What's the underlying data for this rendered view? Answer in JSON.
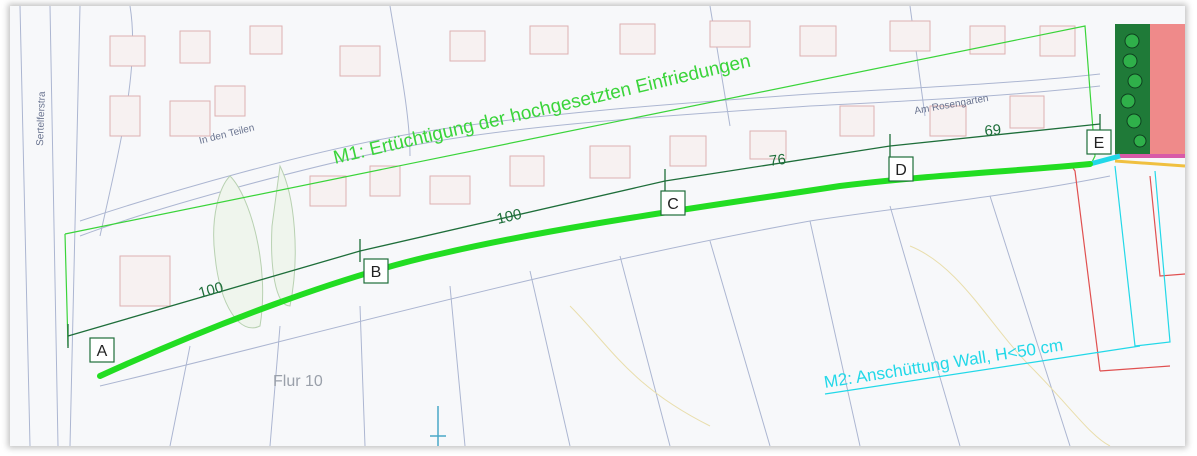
{
  "map": {
    "annotations": {
      "m1_label": "M1: Ertüchtigung der hochgesetzten Einfriedungen",
      "m2_label": "M2: Anschüttung Wall, H<50 cm",
      "flur_label": "Flur 10",
      "street_left": "Sertelferstra",
      "street_top": "In den Teilen",
      "street_right": "Am Rosengarten"
    },
    "points": [
      {
        "label": "A"
      },
      {
        "label": "B"
      },
      {
        "label": "C"
      },
      {
        "label": "D"
      },
      {
        "label": "E"
      }
    ],
    "distances": [
      {
        "segment": "A-B",
        "value": "100"
      },
      {
        "segment": "B-C",
        "value": "100"
      },
      {
        "segment": "C-D",
        "value": "76"
      },
      {
        "segment": "D-E",
        "value": "69"
      }
    ],
    "colors": {
      "m1": "#3ad43a",
      "route": "#22dd22",
      "m2": "#22d8e8",
      "dimension": "#1e6e3a",
      "cad_lines": "#9aa6c8",
      "buildings": "#d9a0a0",
      "boundary": "#e05050"
    }
  }
}
